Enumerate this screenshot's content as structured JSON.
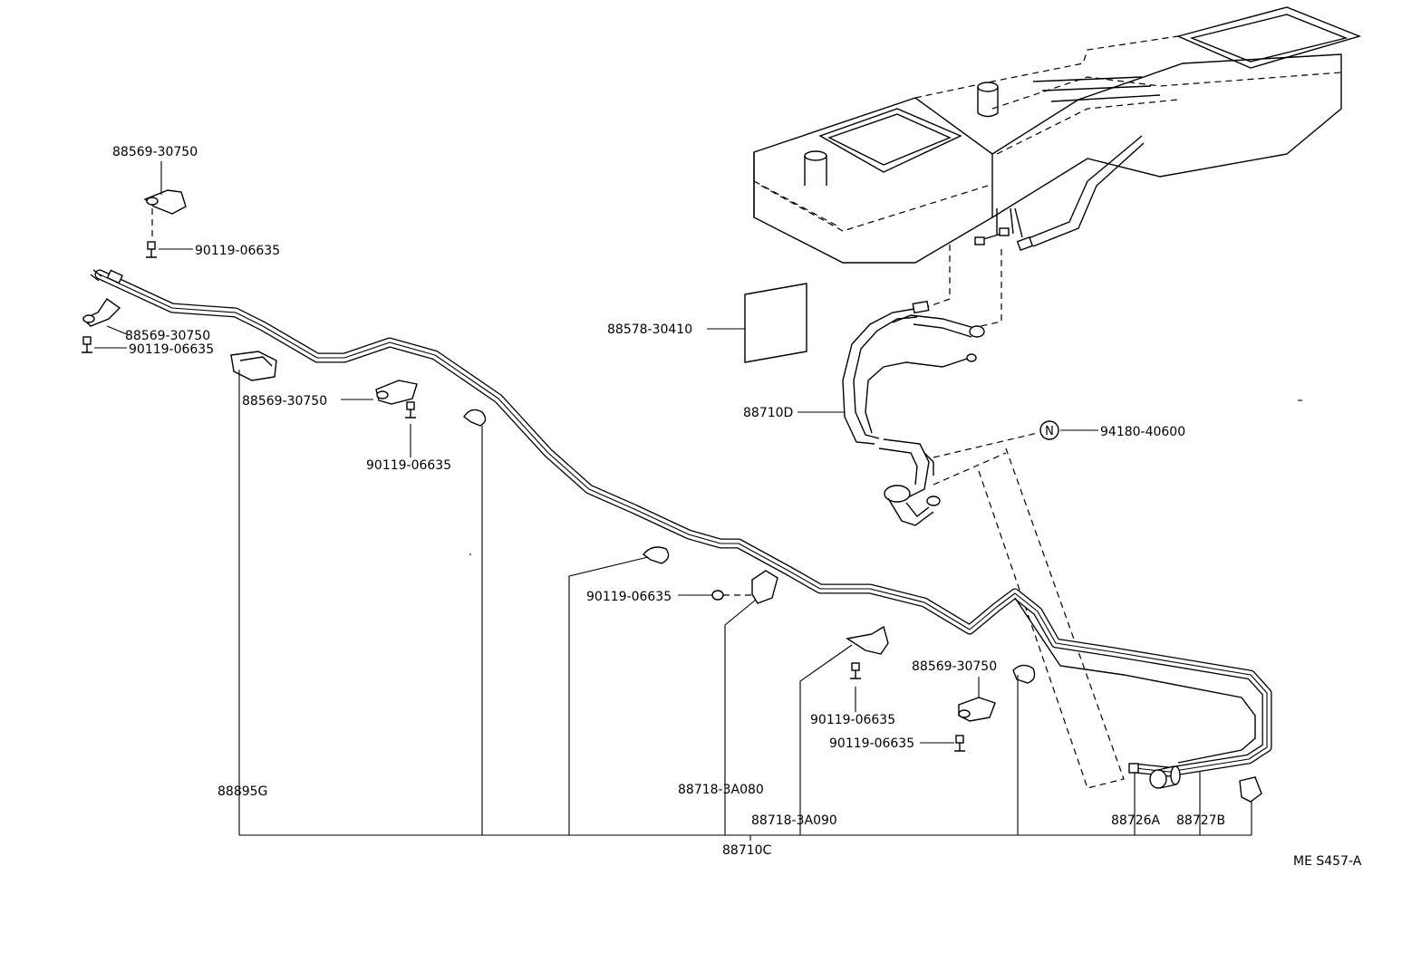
{
  "diagram": {
    "reference_code": "ME S457-A",
    "labels": {
      "clamp_top": "88569-30750",
      "bolt_top": "90119-06635",
      "clamp_left": "88569-30750",
      "bolt_left": "90119-06635",
      "clamp_mid": "88569-30750",
      "bolt_mid": "90119-06635",
      "label_88578": "88578-30410",
      "hose_88710d": "88710D",
      "nut_94180": "94180-40600",
      "bolt_center": "90119-06635",
      "bolt_right1": "90119-06635",
      "clamp_right": "88569-30750",
      "bolt_right2": "90119-06635",
      "bracket_88895g": "88895G",
      "clamp_3a080": "88718-3A080",
      "clamp_3a090": "88718-3A090",
      "pipe_88710c": "88710C",
      "part_88726a": "88726A",
      "part_88727b": "88727B"
    },
    "nut_symbol": "N"
  }
}
